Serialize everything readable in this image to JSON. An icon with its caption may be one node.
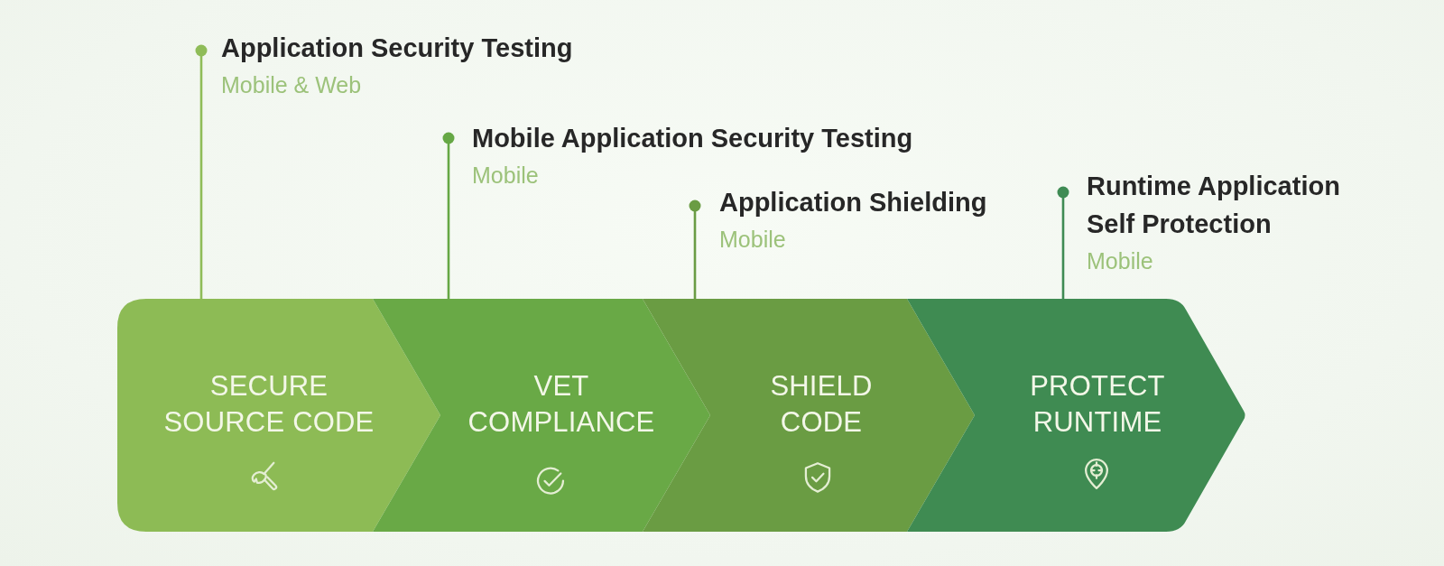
{
  "diagram": {
    "nodes": [
      {
        "text": [
          "Application Security Testing",
          "Mobile & Web"
        ]
      },
      {
        "text": [
          "Mobile Application Security Testing",
          "Mobile"
        ]
      },
      {
        "text": [
          "Application Shielding",
          "Mobile"
        ]
      },
      {
        "text": [
          "Runtime Application Self Protection",
          "Mobile"
        ]
      },
      {
        "text": [
          "SECURE SOURCE CODE"
        ]
      },
      {
        "text": [
          "VET COMPLIANCE"
        ]
      },
      {
        "text": [
          "SHIELD CODE"
        ]
      },
      {
        "text": [
          "PROTECT RUNTIME"
        ]
      }
    ],
    "edges": [
      {
        "from": 0,
        "to": 4,
        "arrow": "other",
        "color": "#8fbc58"
      },
      {
        "from": 1,
        "to": 5,
        "arrow": "other",
        "color": "#66a845"
      },
      {
        "from": 2,
        "to": 6,
        "arrow": "other",
        "color": "#6a9c44"
      },
      {
        "from": 3,
        "to": 7,
        "arrow": "other",
        "color": "#3f8b54"
      }
    ]
  }
}
